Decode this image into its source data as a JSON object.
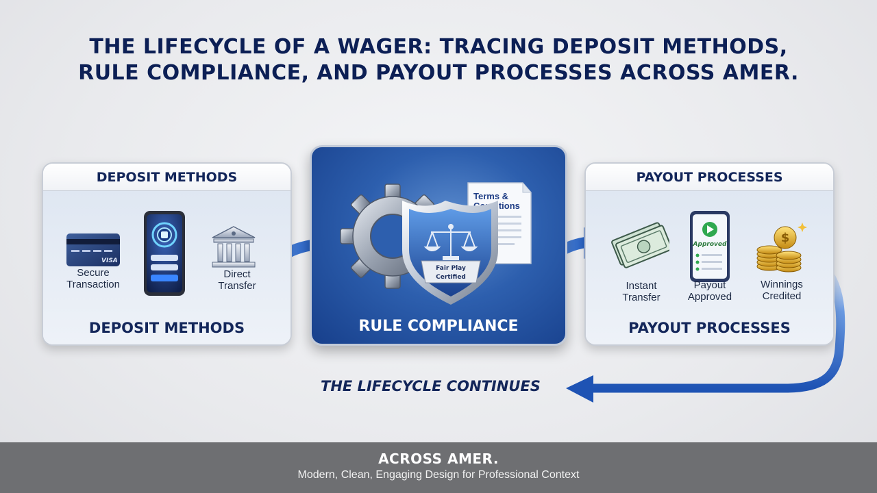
{
  "title": {
    "line1": "THE LIFECYCLE OF A WAGER: TRACING DEPOSIT METHODS,",
    "line2": "RULE COMPLIANCE, AND PAYOUT PROCESSES ACROSS AMER."
  },
  "deposit": {
    "header": "DEPOSIT METHODS",
    "footer": "DEPOSIT METHODS",
    "card_brand": "VISA",
    "items": [
      {
        "label": "Secure\nTransaction",
        "icon": "credit-card-icon"
      },
      {
        "label": "",
        "icon": "smartphone-icon"
      },
      {
        "label": "Direct\nTransfer",
        "icon": "bank-icon"
      }
    ]
  },
  "compliance": {
    "footer": "RULE COMPLIANCE",
    "doc_line1": "Terms &",
    "doc_line2": "Conditions",
    "shield_line1": "Fair Play",
    "shield_line2": "Certified",
    "icons": [
      "gear-icon",
      "shield-icon",
      "scales-icon",
      "document-icon"
    ]
  },
  "payout": {
    "header": "PAYOUT PROCESSES",
    "footer": "PAYOUT PROCESSES",
    "phone_badge": "Approved",
    "items": [
      {
        "label": "Instant\nTransfer",
        "icon": "cash-icon"
      },
      {
        "label": "Payout\nApproved",
        "icon": "phone-approved-icon"
      },
      {
        "label": "Winnings\nCredited",
        "icon": "coins-icon"
      }
    ]
  },
  "cycle": {
    "label": "THE LIFECYCLE CONTINUES"
  },
  "footer": {
    "title": "ACROSS AMER.",
    "subtitle": "Modern, Clean, Engaging Design for Professional Context"
  },
  "colors": {
    "navy": "#0c1f55",
    "arrow_blue": "#2f6fd0",
    "center_blue": "#2d5fae",
    "footer_gray": "#6e6f72",
    "approved_green": "#2fa84f",
    "gold": "#e6b422"
  }
}
